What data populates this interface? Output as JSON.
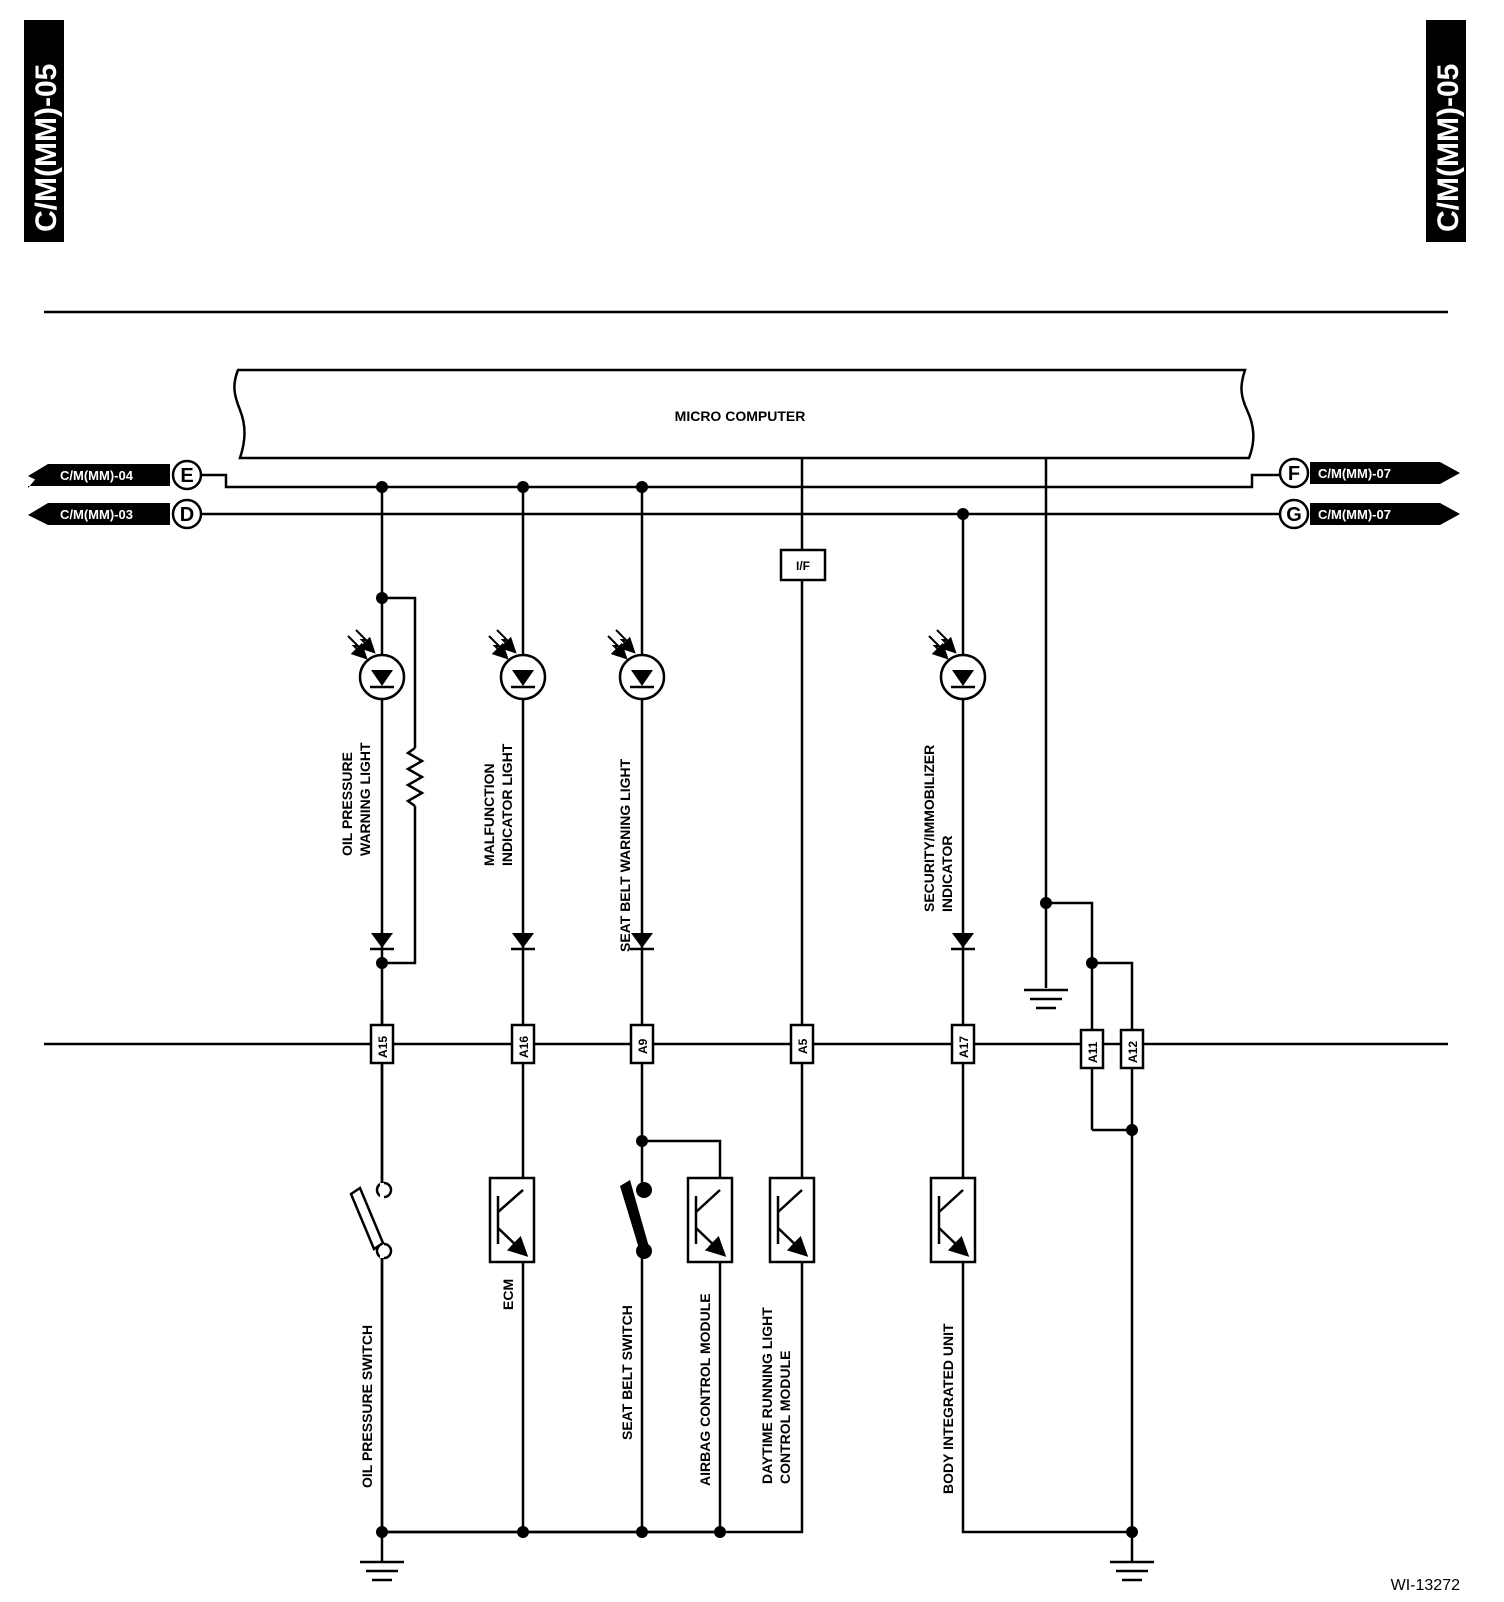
{
  "page": {
    "side_code_left": "C/M(MM)-05",
    "side_code_right": "C/M(MM)-05",
    "figure_id": "WI-13272"
  },
  "micro_computer": {
    "label": "MICRO COMPUTER"
  },
  "interface_box": {
    "label": "I/F"
  },
  "connectors": {
    "E": {
      "letter": "E",
      "ref": "C/M(MM)-04"
    },
    "D": {
      "letter": "D",
      "ref": "C/M(MM)-03"
    },
    "F": {
      "letter": "F",
      "ref": "C/M(MM)-07"
    },
    "G": {
      "letter": "G",
      "ref": "C/M(MM)-07"
    }
  },
  "pins": [
    "A15",
    "A16",
    "A9",
    "A5",
    "A17",
    "A11",
    "A12"
  ],
  "lights": {
    "oil_pressure": [
      "OIL PRESSURE",
      "WARNING LIGHT"
    ],
    "malfunction": [
      "MALFUNCTION",
      "INDICATOR LIGHT"
    ],
    "seat_belt": [
      "SEAT BELT WARNING LIGHT"
    ],
    "security": [
      "SECURITY/IMMOBILIZER",
      "INDICATOR"
    ]
  },
  "devices": {
    "oil_pressure_switch": [
      "OIL PRESSURE SWITCH"
    ],
    "ecm": [
      "ECM"
    ],
    "seat_belt_switch": [
      "SEAT BELT SWITCH"
    ],
    "airbag_module": [
      "AIRBAG CONTROL MODULE"
    ],
    "drl_module": [
      "DAYTIME RUNNING LIGHT",
      "CONTROL MODULE"
    ],
    "body_integrated_unit": [
      "BODY INTEGRATED UNIT"
    ]
  }
}
